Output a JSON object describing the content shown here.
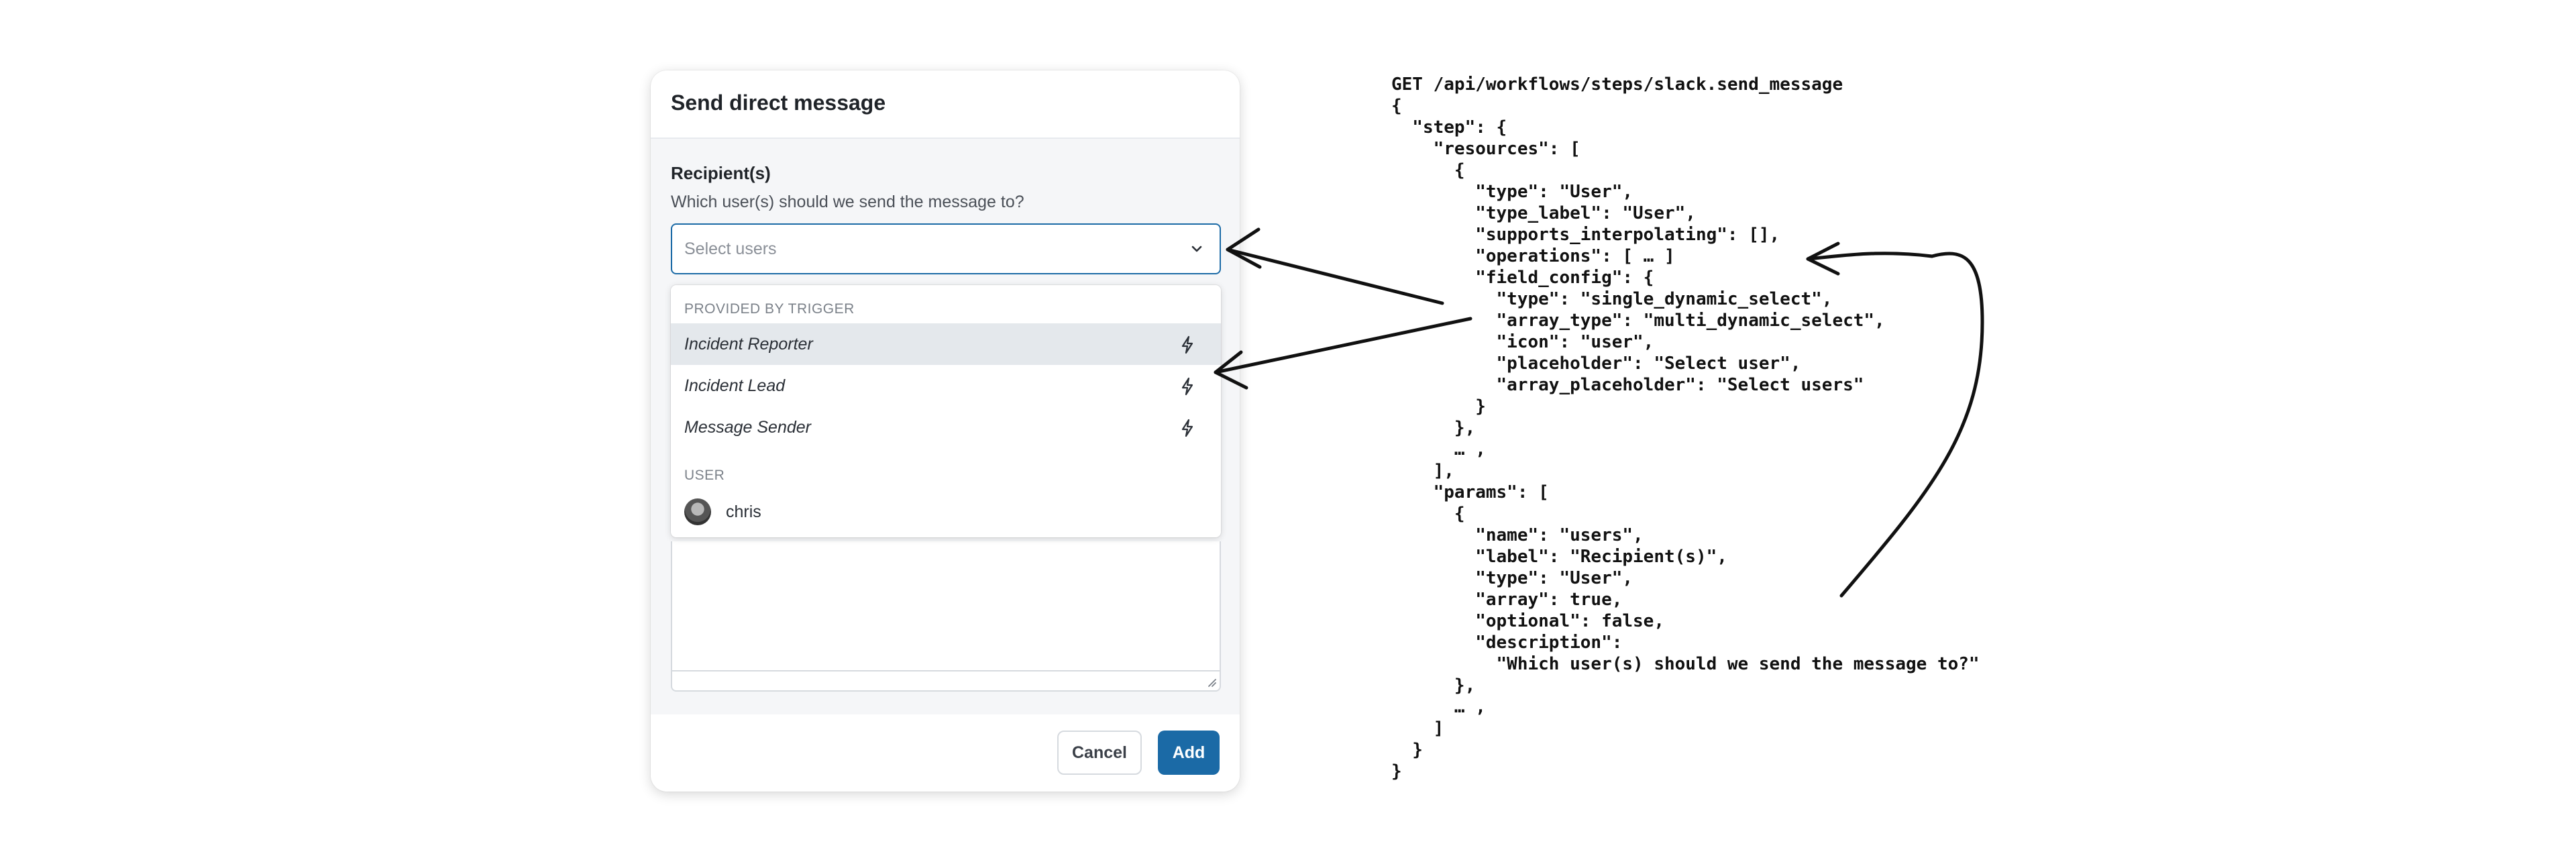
{
  "modal": {
    "title": "Send direct message",
    "field_label": "Recipient(s)",
    "field_description": "Which user(s) should we send the message to?",
    "select_placeholder": "Select users",
    "cancel_label": "Cancel",
    "add_label": "Add",
    "accent_color": "#1b6aa6"
  },
  "dropdown": {
    "groups": [
      {
        "label": "PROVIDED BY TRIGGER",
        "options": [
          {
            "label": "Incident Reporter",
            "icon": "bolt-icon",
            "highlighted": true
          },
          {
            "label": "Incident Lead",
            "icon": "bolt-icon",
            "highlighted": false
          },
          {
            "label": "Message Sender",
            "icon": "bolt-icon",
            "highlighted": false
          }
        ]
      },
      {
        "label": "USER",
        "options": [
          {
            "label": "chris",
            "icon": "avatar"
          }
        ]
      }
    ]
  },
  "code_block": "GET /api/workflows/steps/slack.send_message\n{\n  \"step\": {\n    \"resources\": [\n      {\n        \"type\": \"User\",\n        \"type_label\": \"User\",\n        \"supports_interpolating\": [],\n        \"operations\": [ … ]\n        \"field_config\": {\n          \"type\": \"single_dynamic_select\",\n          \"array_type\": \"multi_dynamic_select\",\n          \"icon\": \"user\",\n          \"placeholder\": \"Select user\",\n          \"array_placeholder\": \"Select users\"\n        }\n      },\n      … ,\n    ],\n    \"params\": [\n      {\n        \"name\": \"users\",\n        \"label\": \"Recipient(s)\",\n        \"type\": \"User\",\n        \"array\": true,\n        \"optional\": false,\n        \"description\":\n          \"Which user(s) should we send the message to?\"\n      },\n      … ,\n    ]\n  }\n}"
}
